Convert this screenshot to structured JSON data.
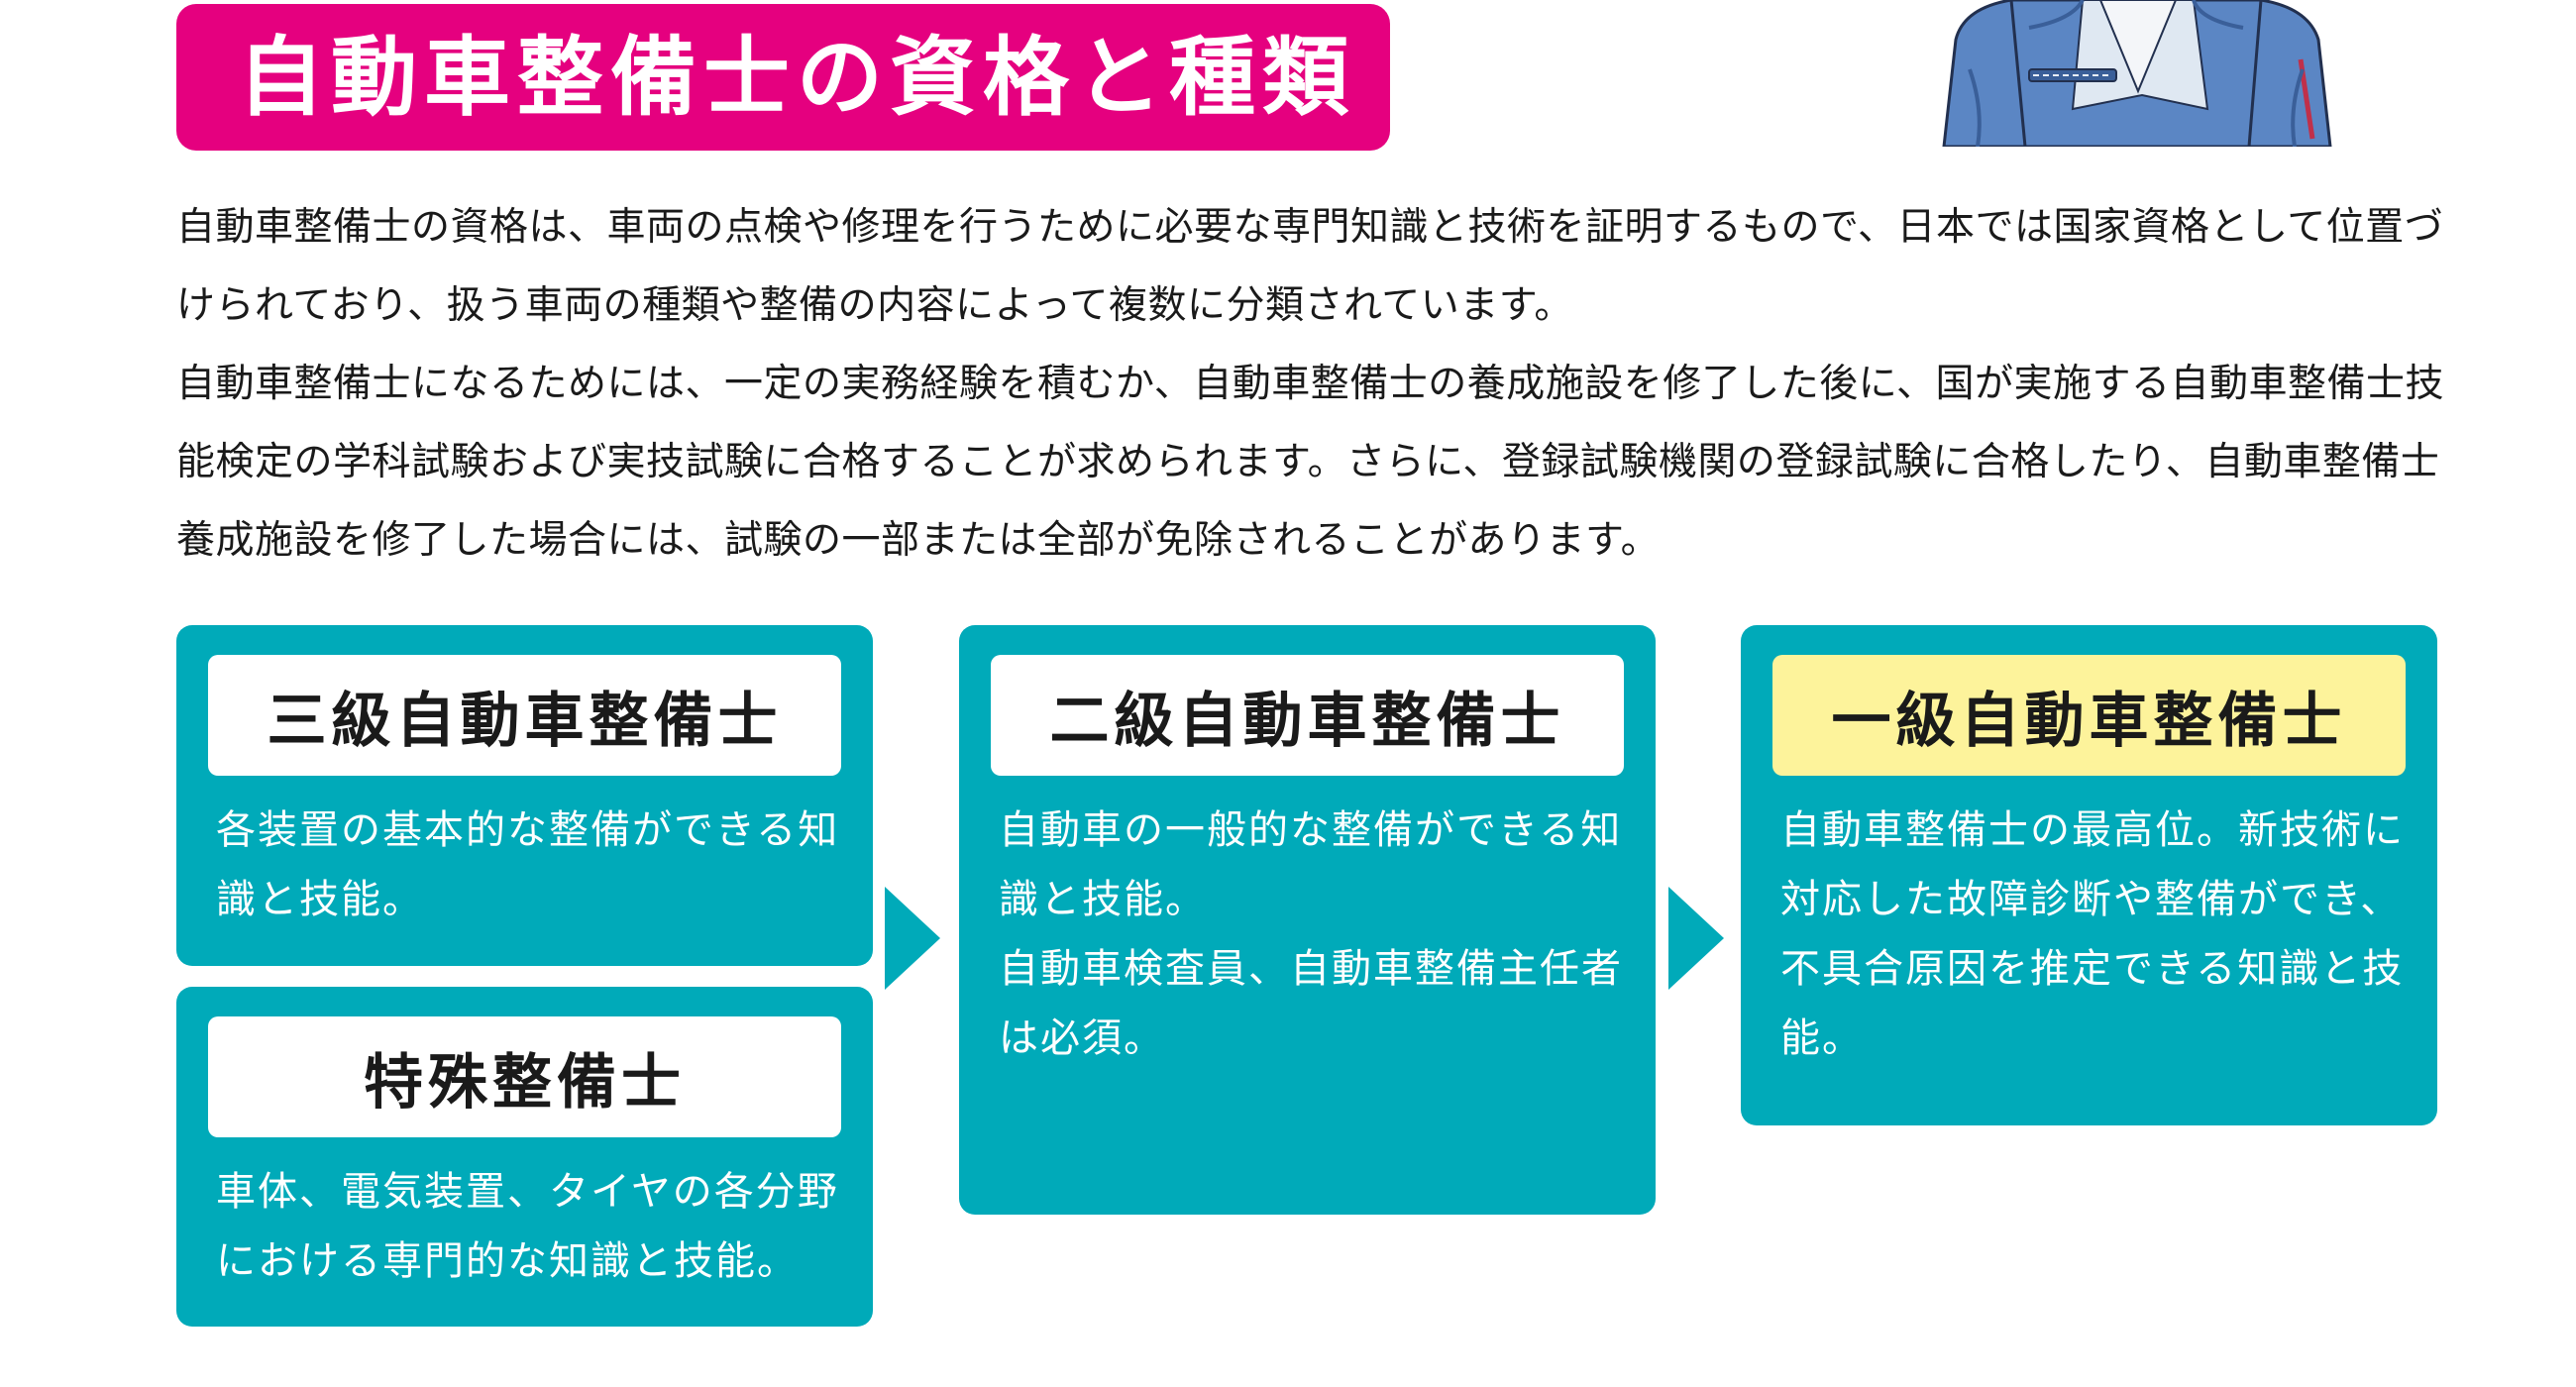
{
  "colors": {
    "accent": "#e5007f",
    "teal": "#00aab9",
    "highlight": "#fdf39b",
    "text": "#1a1a1a"
  },
  "header": {
    "title": "自動車整備士の資格と種類"
  },
  "intro": {
    "paragraphs": [
      "自動車整備士の資格は、車両の点検や修理を行うために必要な専門知識と技術を証明するもので、日本では国家資格として位置づけられており、扱う車両の種類や整備の内容によって複数に分類されています。",
      "自動車整備士になるためには、一定の実務経験を積むか、自動車整備士の養成施設を修了した後に、国が実施する自動車整備士技能検定の学科試験および実技試験に合格することが求められます。さらに、登録試験機関の登録試験に合格したり、自動車整備士養成施設を修了した場合には、試験の一部または全部が免除されることがあります。"
    ]
  },
  "cards": {
    "grade3": {
      "title": "三級自動車整備士",
      "desc": [
        "各装置の基本的な整備ができる知識と技能。"
      ]
    },
    "special": {
      "title": "特殊整備士",
      "desc": [
        "車体、電気装置、タイヤの各分野における専門的な知識と技能。"
      ]
    },
    "grade2": {
      "title": "二級自動車整備士",
      "desc": [
        "自動車の一般的な整備ができる知識と技能。",
        "自動車検査員、自動車整備主任者は必須。"
      ]
    },
    "grade1": {
      "title": "一級自動車整備士",
      "desc": [
        "自動車整備士の最高位。新技術に対応した故障診断や整備ができ、不具合原因を推定できる知識と技能。"
      ]
    }
  }
}
